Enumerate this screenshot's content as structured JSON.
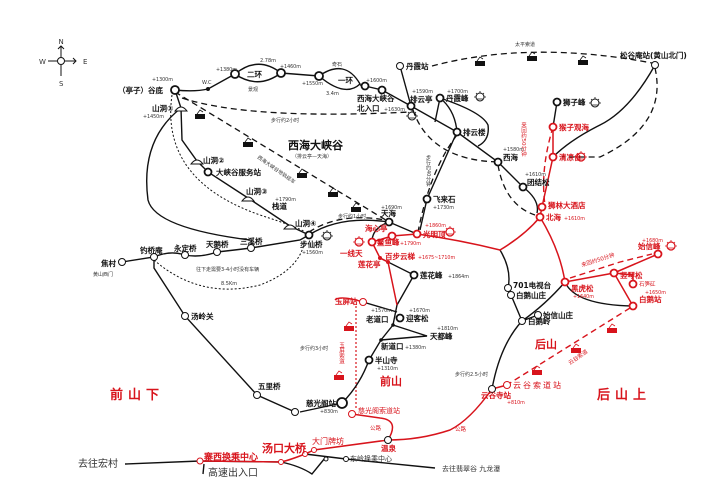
{
  "compass": {
    "n": "N",
    "s": "S",
    "e": "E",
    "w": "W"
  },
  "colors": {
    "route": "#111111",
    "highlight": "#d8141c",
    "background": "#ffffff"
  },
  "title": {
    "name": "西海大峡谷",
    "sub": "（排云亭—天海）"
  },
  "places": {
    "gudi": "（亭子）谷底",
    "wc": "W.C",
    "erhuan": "二环",
    "yihuan": "一环",
    "qishi": "奇石",
    "jingguan": "景观",
    "xihai_canyon": "西海大峡谷",
    "north_entry": "北入口",
    "danxia_station": "丹霞站",
    "paiyunting": "排云亭",
    "danxiafeng": "丹霞峰",
    "paiyunlou": "排云楼",
    "xihai": "西海",
    "tuanjiesong": "团结松",
    "feilaishi": "飞来石",
    "tianhai": "天海",
    "shizifeng": "狮子峰",
    "houziguanhai": "猴子观海",
    "qingliangtai": "清凉台",
    "shilin_hotel": "狮林大酒店",
    "beihai": "北海",
    "songguan": "松谷庵站(黄山北门)",
    "taiping_cable": "太平索道",
    "cave1": "山洞①",
    "cave2": "山洞②",
    "cave3": "山洞③",
    "cave4": "山洞④",
    "canyon_service": "大峡谷服务站",
    "zhandao": "栈道",
    "buxianqiao": "步仙桥",
    "sanxiqiao": "三溪桥",
    "tianeqiao": "天鹅桥",
    "yongdingqiao": "永定桥",
    "diaoqiaoan": "钓桥庵",
    "jiaocun": "焦村",
    "west_gate": "黄山西门",
    "tanglingguan": "汤岭关",
    "wuliqiao": "五里桥",
    "haixinting": "海心亭",
    "guangmingding": "光明顶",
    "aoyufeng": "鳌鱼峰",
    "yixiantian": "一线天",
    "baibuyunti": "百步云梯",
    "lianhuating": "莲花亭",
    "lianhuafeng": "莲花峰",
    "yupingzhan": "玉屏站",
    "yuping_cable": "玉屏索道",
    "laodaokou": "老道口",
    "yingkesong": "迎客松",
    "tiandufeng": "天都峰",
    "xindaokou": "新道口",
    "banshansi": "半山寺",
    "ciguangge": "慈光阁站",
    "ciguangge_cable": "慈光阁索道站",
    "wenquan": "温泉",
    "damen": "大门牌坊",
    "tangkou_bridge": "汤口大桥",
    "zhaixi": "寨西换乘中心",
    "highway_exit": "高速出入口",
    "dongling": "东岭换乘中心",
    "to_hongcun": "去往宏村",
    "to_feicuigu": "去往翡翠谷 九龙瀑",
    "tv701": "701电视台",
    "baieshanzhuang": "白鹅山庄",
    "baieling": "白鹅岭",
    "shixinshanzhuang": "始信山庄",
    "heihusong": "黑虎松",
    "shuqinsong": "竖琴松",
    "shisungang": "石笋矼",
    "baiezhan": "白鹅站",
    "shixinfeng": "始信峰",
    "yungusi": "云谷寺站",
    "yungu_cable": "云谷索道站",
    "yungu_cable_line": "云谷索道"
  },
  "elevations": {
    "gudi": "+1300m",
    "erhuan_l": "+1380m",
    "erhuan_r": "+1460m",
    "yihuan": "+1550m",
    "xihai_entry_a": "+1600m",
    "north_entry": "+1630m",
    "paiyunting": "+1590m",
    "danxiafeng": "+1700m",
    "xihai": "+1580m",
    "tuanjiesong": "+1610m",
    "feilaishi": "+1730m",
    "tianhai": "+1690m",
    "beihai": "+1610m",
    "cave1": "+1450m",
    "zhandao": "+1790m",
    "buxianqiao": "+1560m",
    "guangmingding": "+1860m",
    "aoyufeng": "+1790m",
    "baibuyunti": "+1675~1710m",
    "lianhuafeng": "+1864m",
    "laodaokou": "+1570m",
    "yingkesong": "+1670m",
    "tiandufeng": "+1810m",
    "xindaokou": "+1380m",
    "banshansi": "+1310m",
    "ciguangge": "+830m",
    "heihusong": "+1640m",
    "baiezhan": "+1650m",
    "shixinfeng": "+1680m",
    "yungusi": "+810m"
  },
  "route_notes": {
    "walk2h": "步行约2小时",
    "walk1h": "步行约1小时",
    "walk40": "步行约40分钟",
    "walk3h": "步行约3小时",
    "walk25h": "步行约2.5小时",
    "back50a": "来回约50分钟",
    "back50b": "来回约50分钟",
    "down34": "往下走需要3-4小时没有车辆",
    "km85": "8.5Km",
    "canyon_rail": "西海大峡谷地轨缆车",
    "road1": "公路",
    "road2": "公路",
    "d278": "2.78m",
    "d34": "3.4m"
  },
  "regions": {
    "front_low": "前山下",
    "front": "前山",
    "back": "后山",
    "back_up": "后山上"
  }
}
